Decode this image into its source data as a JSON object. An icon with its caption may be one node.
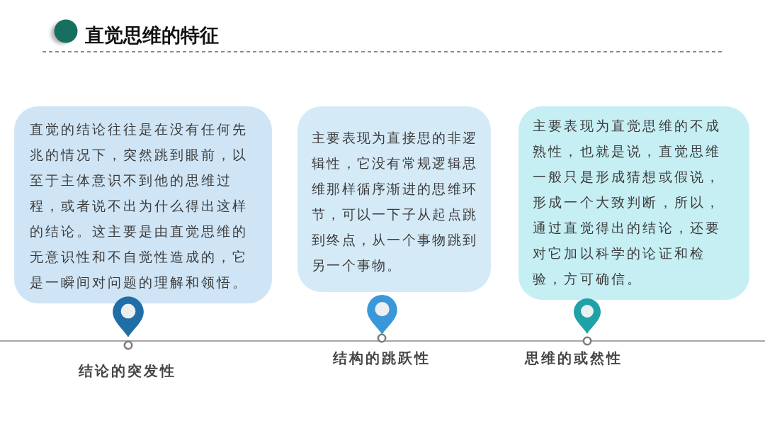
{
  "diagram": {
    "title": "直觉思维的特征",
    "nodes": [
      {
        "text": [
          "直觉的结论往往是在没有任何先兆的情况下，突然跳到眼前，以至于主体意识不到他的思维过程，或者说不出为什么得出这样的结论。这主要是由直觉思维的无意识性和不自觉性造成的，它是一瞬间对问题的理解和领悟。"
        ]
      },
      {
        "text": [
          "主要表现为直接思的非逻辑性，它没有常规逻辑思维那样循序渐进的思维环节，可以一下子从起点跳到终点，从一个事物跳到另一个事物。"
        ]
      },
      {
        "text": [
          "主要表现为直觉思维的不成熟性，也就是说，直觉思维一般只是形成猜想或假说，形成一个大致判断，所以，通过直觉得出的结论，还要对它加以科学的论证和检验，方可确信。"
        ]
      }
    ],
    "labels": [
      "结论的突发性",
      "结构的跳跃性",
      "思维的或然性"
    ]
  }
}
